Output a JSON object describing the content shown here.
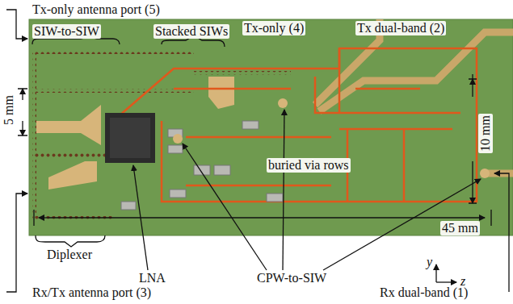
{
  "diagram": {
    "labels": [
      "Tx-only antenna port (5)",
      "SIW-to-SIW",
      "Stacked SIWs",
      "Tx-only (4)",
      "Tx dual-band (2)",
      "5 mm",
      "10 mm",
      "buried via rows",
      "45 mm",
      "Diplexer",
      "LNA",
      "CPW-to-SIW",
      "Rx/Tx antenna port (3)",
      "z",
      "y",
      "Rx dual-band (1)"
    ]
  }
}
